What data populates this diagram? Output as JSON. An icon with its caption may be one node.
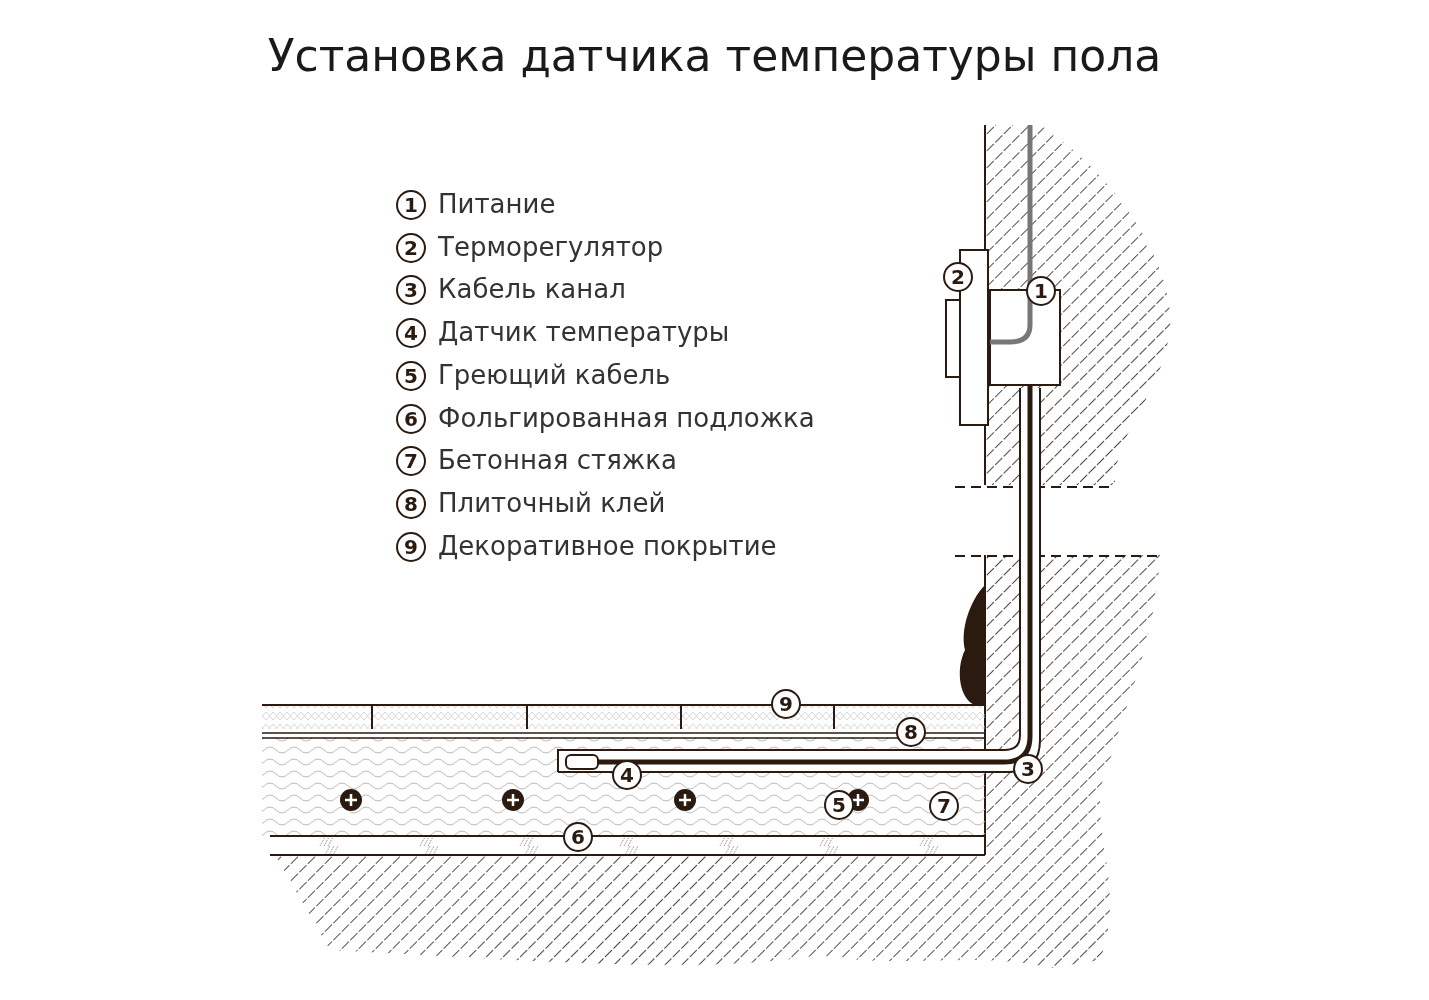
{
  "diagram": {
    "title": "Установка датчика температуры пола",
    "labels": [
      "1",
      "Питание",
      "2",
      "Терморегулятор",
      "3",
      "Кабель канал",
      "4",
      "Датчик температуры",
      "5",
      "Греющий кабель",
      "6",
      "Фольгированная подложка",
      "7",
      "Бетонная стяжка",
      "8",
      "Плиточный клей",
      "9",
      "Декоративное покрытие",
      "2",
      "1",
      "9",
      "8",
      "3",
      "4",
      "5",
      "7",
      "6"
    ]
  }
}
